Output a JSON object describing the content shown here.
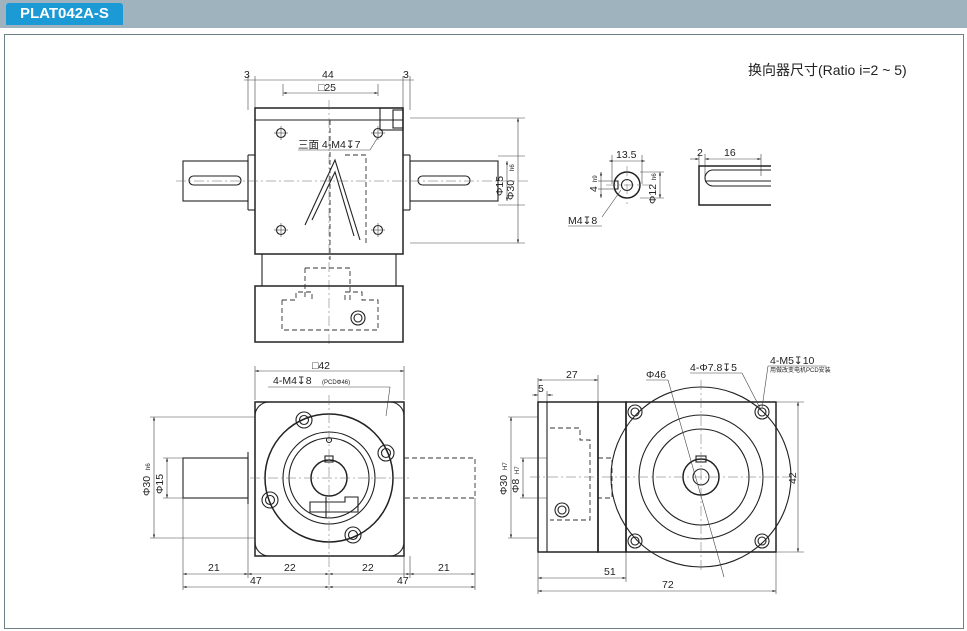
{
  "header": {
    "model": "PLAT042A-S",
    "drawing_title": "换向器尺寸(Ratio i=2 ~ 5)"
  },
  "colors": {
    "tab_bg": "#1c9ad6",
    "header_bar": "#9fb3bf",
    "line": "#222222"
  },
  "top_view": {
    "d_left": "3",
    "d_width": "44",
    "d_right": "3",
    "d_square": "□25",
    "d_holes": "三面 4-M4↧7",
    "d_shaft_outer": "Φ30",
    "d_shaft_outer_tol": "h6",
    "d_shaft": "Φ15"
  },
  "shaft_detail": {
    "d_length": "13.5",
    "d_key": "4",
    "d_key_tol": "h9",
    "d_dia": "Φ12",
    "d_dia_tol": "h6",
    "d_tap": "M4↧8"
  },
  "key_detail": {
    "d_offset": "2",
    "d_length": "16"
  },
  "front_view": {
    "d_square": "□42",
    "d_holes": "4-M4↧8",
    "d_pcd": "(PCDΦ46)",
    "d_outer": "Φ30",
    "d_outer_tol": "h6",
    "d_shaft": "Φ15",
    "d_b1": "21",
    "d_b2": "22",
    "d_b3": "22",
    "d_b4": "21",
    "d_b5": "47",
    "d_b6": "47"
  },
  "side_view": {
    "d_27": "27",
    "d_5": "5",
    "d_phi46": "Φ46",
    "d_holes": "4-Φ7.8↧5",
    "d_tap": "4-M5↧10",
    "d_tap_note": "用做改变电机PCD安装",
    "d_phi30": "Φ30",
    "d_phi30_tol": "H7",
    "d_phi8": "Φ8",
    "d_phi8_tol": "H7",
    "d_42": "42",
    "d_51": "51",
    "d_72": "72"
  }
}
